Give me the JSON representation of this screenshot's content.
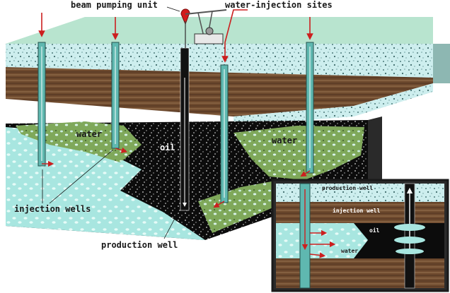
{
  "labels": {
    "beam_pumping_unit": "beam pumping unit",
    "water_injection_sites": "water-injection sites",
    "water_left": "water",
    "water_right": "water",
    "oil": "oil",
    "injection_wells": "injection wells",
    "production_well": "production well"
  },
  "inset": {
    "production_well": "production well",
    "injection_well": "injection well",
    "water": "water",
    "oil": "oil"
  },
  "colors": {
    "surface_green": "#b8e4cf",
    "cyan_rock": "#cdeeee",
    "brown_strata": "#6e4a2e",
    "oil_black": "#0c0c0c",
    "water_green": "#7fa85a",
    "water_light": "#a8e6e0",
    "injection_red": "#cc1f1f",
    "well_teal": "#5fb8b0"
  }
}
